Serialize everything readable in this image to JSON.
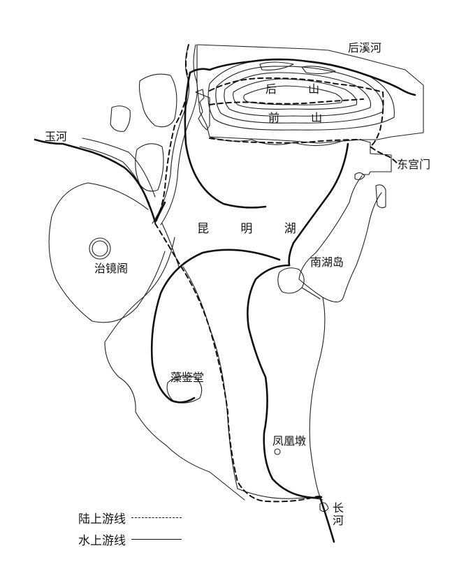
{
  "map": {
    "labels": {
      "hou_xi_he": "后溪河",
      "hou_shan": "后 山",
      "qian_shan": "前 山",
      "yu_he": "玉河",
      "dong_gong_men": "东宫门",
      "kun_ming_hu": "昆 明 湖",
      "zhi_jing_ge": "治镜阁",
      "nan_hu_dao": "南湖岛",
      "zao_jian_tang": "藻鉴堂",
      "feng_huang_dun": "凤凰墩",
      "chang_he": "长河"
    },
    "legend": {
      "land_route": "陆上游线",
      "water_route": "水上游线"
    }
  }
}
